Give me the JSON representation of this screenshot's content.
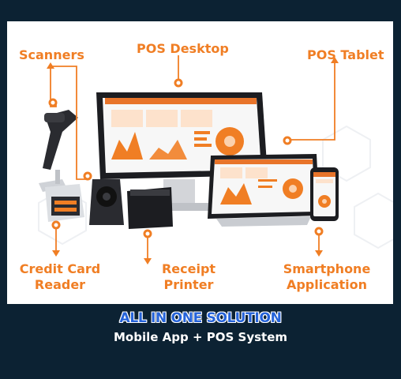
{
  "labels": {
    "scanners": "Scanners",
    "pos_desktop": "POS Desktop",
    "pos_tablet": "POS Tablet",
    "credit_card_line1": "Credit Card",
    "credit_card_line2": "Reader",
    "receipt_line1": "Receipt",
    "receipt_line2": "Printer",
    "smartphone_line1": "Smartphone",
    "smartphone_line2": "Application"
  },
  "footer": {
    "title": "ALL IN ONE SOLUTION",
    "subtitle": "Mobile App + POS System"
  },
  "colors": {
    "background": "#0c2233",
    "accent": "#f07e24",
    "title_blue": "#2563d9"
  }
}
